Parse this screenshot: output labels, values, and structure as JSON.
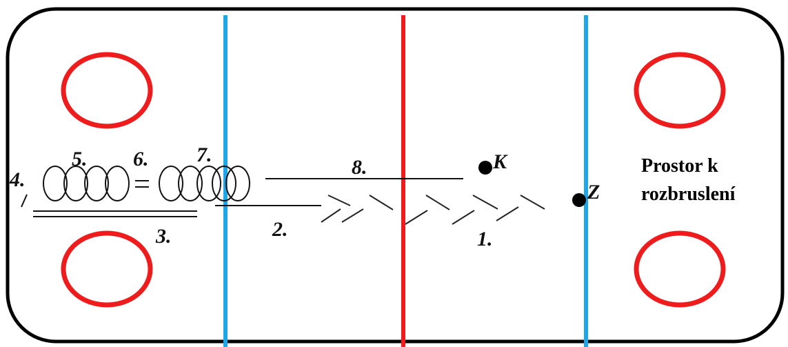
{
  "diagram": {
    "colors": {
      "board": "#000000",
      "blue_line": "#1ea7e8",
      "red_line": "#ee1c1c",
      "faceoff_circle": "#ee1c1c",
      "drawing": "#111111"
    },
    "labels": {
      "n1": "1.",
      "n2": "2.",
      "n3": "3.",
      "n4": "4.",
      "n5": "5.",
      "n6": "6.",
      "n7": "7.",
      "n8": "8.",
      "point_k": "K",
      "point_z": "Z",
      "area_line1": "Prostor k",
      "area_line2": "rozbruslení"
    }
  }
}
